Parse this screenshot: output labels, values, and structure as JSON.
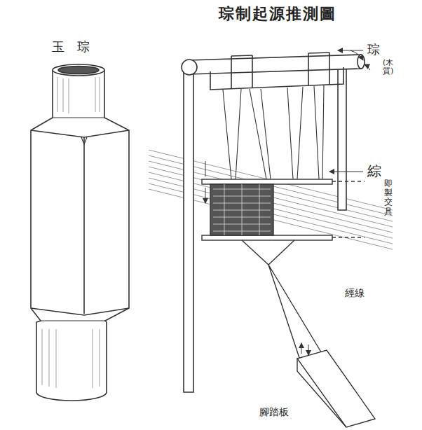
{
  "diagram": {
    "title": "琮制起源推測圖",
    "labels": [
      "玉　琮",
      "琮",
      "(木質)",
      "綜",
      "即製交具",
      "經線",
      "腳踏板"
    ]
  }
}
